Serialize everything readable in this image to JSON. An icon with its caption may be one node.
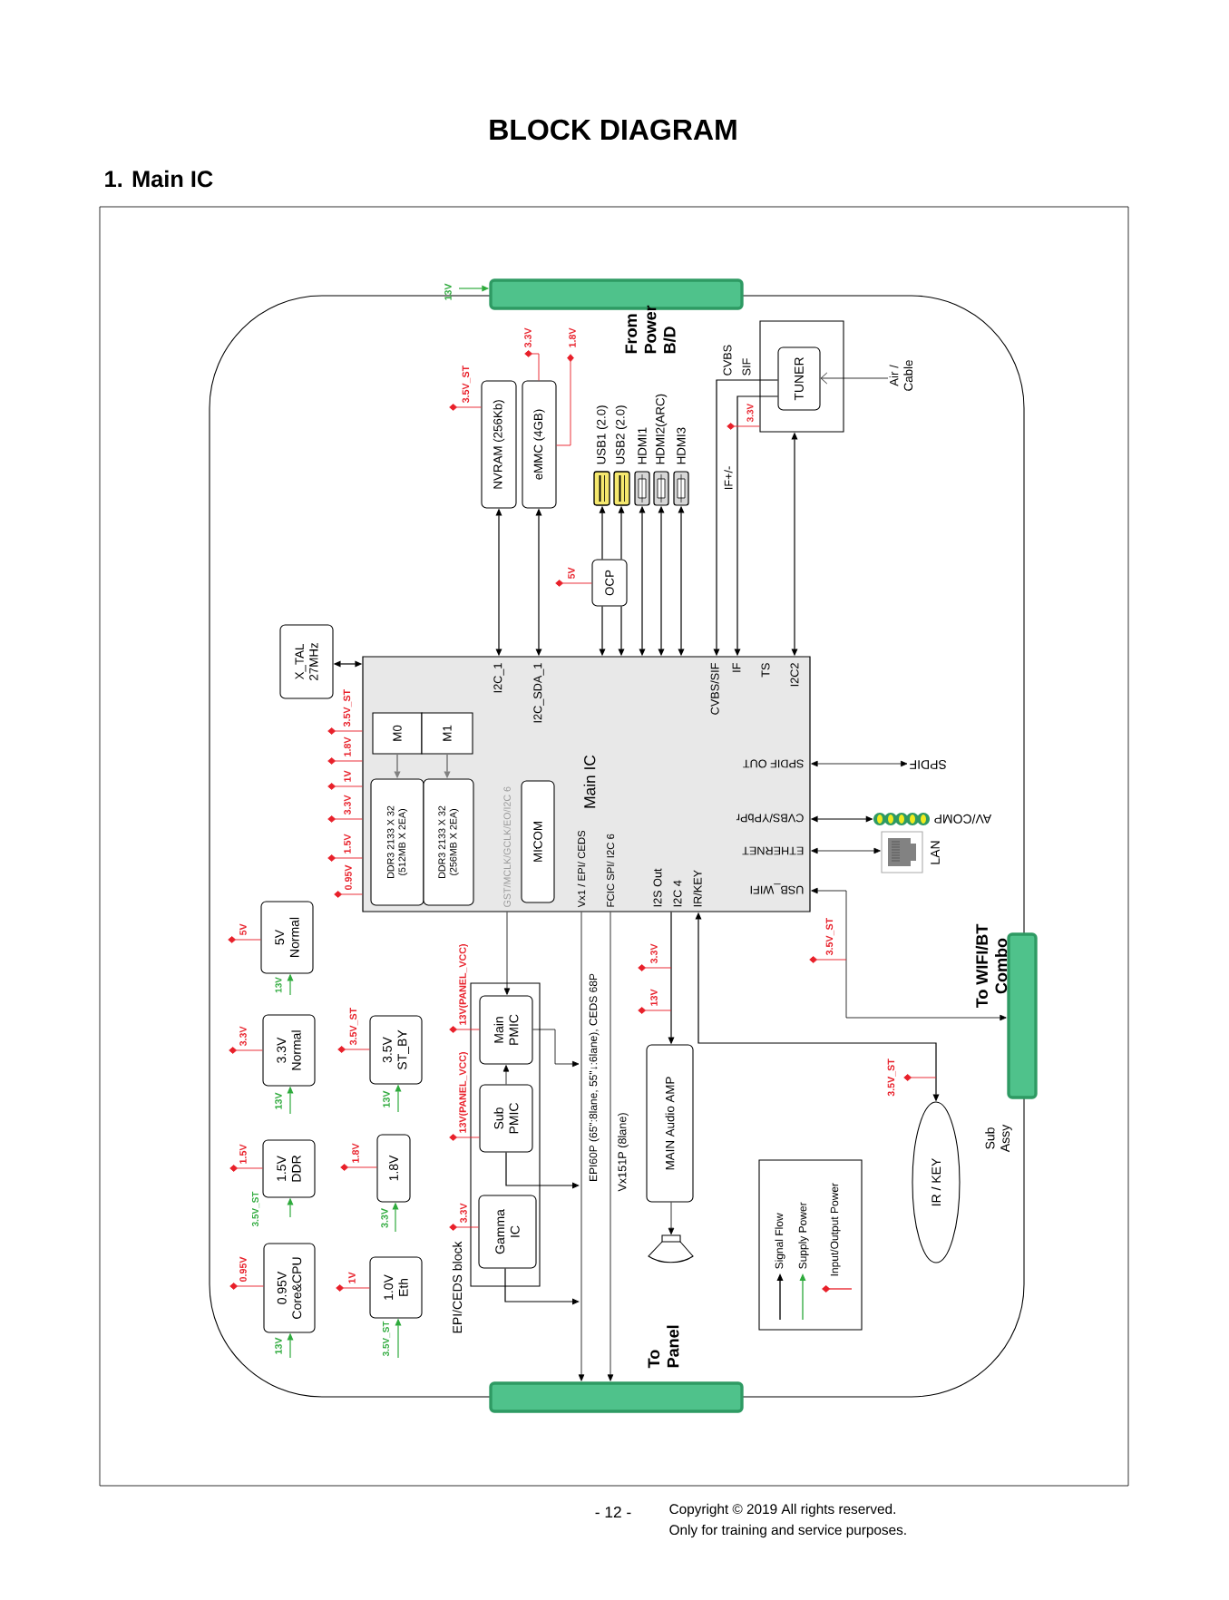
{
  "diagram": {
    "title": "BLOCK DIAGRAM",
    "nodes": [
      {
        "text": [],
        "shape": "bar",
        "beside": [
          "From Power B/D"
        ]
      },
      {
        "text": [
          "NVRAM (256Kb)"
        ]
      },
      {
        "text": [
          "eMMC (4GB)"
        ]
      },
      {
        "text": [
          "USB1 (2.0)"
        ]
      },
      {
        "text": [
          "USB2 (2.0)"
        ]
      },
      {
        "text": [
          "HDMI1"
        ]
      },
      {
        "text": [
          "HDMI2(ARC)"
        ]
      },
      {
        "text": [
          "HDMI3"
        ]
      },
      {
        "text": [
          "OCP"
        ]
      },
      {
        "text": [],
        "shape": "box"
      },
      {
        "text": [
          "TUNER"
        ],
        "in": 9
      },
      {
        "text": [
          "Air / Cable"
        ]
      },
      {
        "text": [
          "X_TAL 27MHz"
        ]
      },
      {
        "text": [
          "Main IC",
          "I2C_1",
          "I2C_SDA_1",
          "CVBS/SIF",
          "IF",
          "TS",
          "I2C2",
          "SPDIF OUT",
          "CVBS/YPbPr",
          "ETHERNET",
          "USB_WIFI",
          "GST/MCLK/GCLK/EO/I2C 6",
          "Vx1 / EPI/ CEDS",
          "FCIC SPI/ I2C 6",
          "I2S Out",
          "I2C 4",
          "IR/KEY"
        ]
      },
      {
        "text": [
          "M0"
        ],
        "in": 13
      },
      {
        "text": [
          "M1"
        ],
        "in": 13
      },
      {
        "text": [
          "DDR3 2133 X 32 (512MB X 2EA)"
        ],
        "in": 13
      },
      {
        "text": [
          "DDR3 2133 X 32 (256MB X 2EA)"
        ],
        "in": 13
      },
      {
        "text": [
          "MICOM"
        ],
        "in": 13
      },
      {
        "text": [
          "SPDIF"
        ]
      },
      {
        "text": [
          "AV/COMP"
        ]
      },
      {
        "text": [
          "LAN"
        ]
      },
      {
        "text": [
          "5V Normal"
        ]
      },
      {
        "text": [
          "3.3V Normal"
        ]
      },
      {
        "text": [
          "1.5V DDR"
        ]
      },
      {
        "text": [
          "0.95V Core&CPU"
        ]
      },
      {
        "text": [
          "3.5V ST_BY"
        ]
      },
      {
        "text": [
          "1.8V"
        ]
      },
      {
        "text": [
          "1.0V Eth"
        ]
      },
      {
        "text": [
          "EPI/CEDS block"
        ]
      },
      {
        "text": [
          "Main PMIC"
        ],
        "in": 29
      },
      {
        "text": [
          "Sub PMIC"
        ],
        "in": 29
      },
      {
        "text": [
          "Gamma IC"
        ],
        "in": 29
      },
      {
        "text": [
          "MAIN Audio AMP"
        ]
      },
      {
        "text": [],
        "shape": "speaker"
      },
      {
        "text": [
          "IR / KEY"
        ]
      },
      {
        "text": [],
        "shape": "bar",
        "beside": [
          "To WIFI/BT Combo"
        ]
      },
      {
        "text": [],
        "shape": "bar",
        "beside": [
          "To Panel"
        ]
      }
    ],
    "edges": [
      {
        "from": 1,
        "to": 13,
        "arrow": "both"
      },
      {
        "from": 2,
        "to": 13,
        "arrow": "both"
      },
      {
        "from": 8,
        "to": 3,
        "arrow": "to"
      },
      {
        "from": 8,
        "to": 4,
        "arrow": "to"
      },
      {
        "from": 8,
        "to": 13,
        "arrow": "to"
      },
      {
        "from": 8,
        "to": 13,
        "arrow": "to"
      },
      {
        "from": 13,
        "to": 5,
        "arrow": "both"
      },
      {
        "from": 13,
        "to": 6,
        "arrow": "both"
      },
      {
        "from": 13,
        "to": 7,
        "arrow": "both"
      },
      {
        "from": 10,
        "to": 13,
        "arrow": "to"
      },
      {
        "from": 10,
        "to": 13,
        "arrow": "to"
      },
      {
        "from": 9,
        "to": 13,
        "arrow": "both"
      },
      {
        "from": 11,
        "to": 10,
        "arrow": "to"
      },
      {
        "from": 12,
        "to": 13,
        "arrow": "both"
      },
      {
        "from": 13,
        "to": 19,
        "arrow": "both"
      },
      {
        "from": 13,
        "to": 20,
        "arrow": "both"
      },
      {
        "from": 13,
        "to": 21,
        "arrow": "both"
      },
      {
        "from": 13,
        "to": 36,
        "arrow": "both"
      },
      {
        "from": 13,
        "to": 35,
        "arrow": "both"
      },
      {
        "from": 13,
        "to": 33,
        "arrow": "to"
      },
      {
        "from": 33,
        "to": 34,
        "arrow": "to"
      },
      {
        "from": 13,
        "to": 30,
        "arrow": "to"
      },
      {
        "from": 31,
        "to": 30,
        "arrow": "to"
      },
      {
        "from": 30,
        "to": null,
        "arrow": "to"
      },
      {
        "from": 31,
        "to": null,
        "arrow": "to"
      },
      {
        "from": 32,
        "to": null,
        "arrow": "to"
      },
      {
        "from": 13,
        "to": 37,
        "arrow": "to",
        "label": "EPI60P (65\":8lane, 55\"↓:6lane), CEDS 68P"
      },
      {
        "from": 13,
        "to": 37,
        "arrow": "to",
        "label": "Vx151P (8lane)"
      },
      {
        "from": 14,
        "to": 16,
        "arrow": "to",
        "color": "#808080"
      },
      {
        "from": 15,
        "to": 17,
        "arrow": "to",
        "color": "#808080"
      },
      {
        "from": null,
        "to": 0,
        "arrow": "to",
        "label": "13V",
        "color": "#2eaa3c"
      },
      {
        "from": null,
        "to": 22,
        "arrow": "to",
        "label": "13V",
        "color": "#2eaa3c"
      },
      {
        "from": null,
        "to": 23,
        "arrow": "to",
        "label": "13V",
        "color": "#2eaa3c"
      },
      {
        "from": null,
        "to": 24,
        "arrow": "to",
        "label": "3.5V_ST",
        "color": "#2eaa3c"
      },
      {
        "from": null,
        "to": 25,
        "arrow": "to",
        "label": "13V",
        "color": "#2eaa3c"
      },
      {
        "from": null,
        "to": 26,
        "arrow": "to",
        "label": "13V",
        "color": "#2eaa3c"
      },
      {
        "from": null,
        "to": 27,
        "arrow": "to",
        "label": "3.3V",
        "color": "#2eaa3c"
      },
      {
        "from": null,
        "to": 28,
        "arrow": "to",
        "label": "3.5V_ST",
        "color": "#2eaa3c"
      },
      {
        "from": null,
        "to": 1,
        "arrow": "other",
        "label": "3.5V_ST",
        "color": "#e8202a"
      },
      {
        "from": null,
        "to": 2,
        "arrow": "other",
        "label": "3.3V",
        "color": "#e8202a"
      },
      {
        "from": null,
        "to": 2,
        "arrow": "other",
        "label": "1.8V",
        "color": "#e8202a"
      },
      {
        "from": null,
        "to": 8,
        "arrow": "other",
        "label": "5V",
        "color": "#e8202a"
      },
      {
        "from": null,
        "to": 9,
        "arrow": "other",
        "label": "3.3V",
        "color": "#e8202a"
      },
      {
        "from": null,
        "to": 13,
        "arrow": "other",
        "label": "3.5V_ST",
        "color": "#e8202a"
      },
      {
        "from": null,
        "to": 13,
        "arrow": "other",
        "label": "1.8V",
        "color": "#e8202a"
      },
      {
        "from": null,
        "to": 13,
        "arrow": "other",
        "label": "1V",
        "color": "#e8202a"
      },
      {
        "from": null,
        "to": 13,
        "arrow": "other",
        "label": "3.3V",
        "color": "#e8202a"
      },
      {
        "from": null,
        "to": 13,
        "arrow": "other",
        "label": "1.5V",
        "color": "#e8202a"
      },
      {
        "from": null,
        "to": 13,
        "arrow": "other",
        "label": "0.95V",
        "color": "#e8202a"
      },
      {
        "from": null,
        "to": 22,
        "arrow": "other",
        "label": "5V",
        "color": "#e8202a"
      },
      {
        "from": null,
        "to": 23,
        "arrow": "other",
        "label": "3.3V",
        "color": "#e8202a"
      },
      {
        "from": null,
        "to": 24,
        "arrow": "other",
        "label": "1.5V",
        "color": "#e8202a"
      },
      {
        "from": null,
        "to": 25,
        "arrow": "other",
        "label": "0.95V",
        "color": "#e8202a"
      },
      {
        "from": null,
        "to": 26,
        "arrow": "other",
        "label": "3.5V_ST",
        "color": "#e8202a"
      },
      {
        "from": null,
        "to": 27,
        "arrow": "other",
        "label": "1.8V",
        "color": "#e8202a"
      },
      {
        "from": null,
        "to": 28,
        "arrow": "other",
        "label": "1V",
        "color": "#e8202a"
      },
      {
        "from": null,
        "to": 30,
        "arrow": "other",
        "label": "13V(PANEL_VCC)",
        "color": "#e8202a"
      },
      {
        "from": null,
        "to": 31,
        "arrow": "other",
        "label": "13V(PANEL_VCC)",
        "color": "#e8202a"
      },
      {
        "from": null,
        "to": 32,
        "arrow": "other",
        "label": "3.3V",
        "color": "#e8202a"
      }
    ],
    "labels": [
      "1. Main IC",
      "CVBS",
      "SIF",
      "IF+/-",
      "3.3V",
      "13V",
      "3.5V_ST",
      "3.5V_ST",
      "Sub Assy",
      "- 12 -",
      "Copyright © 2019 All rights reserved.",
      "Only for training and service purposes."
    ],
    "legend": [
      {
        "text": "Signal Flow"
      },
      {
        "text": "Supply Power"
      },
      {
        "text": "Input/Output Power"
      }
    ]
  }
}
